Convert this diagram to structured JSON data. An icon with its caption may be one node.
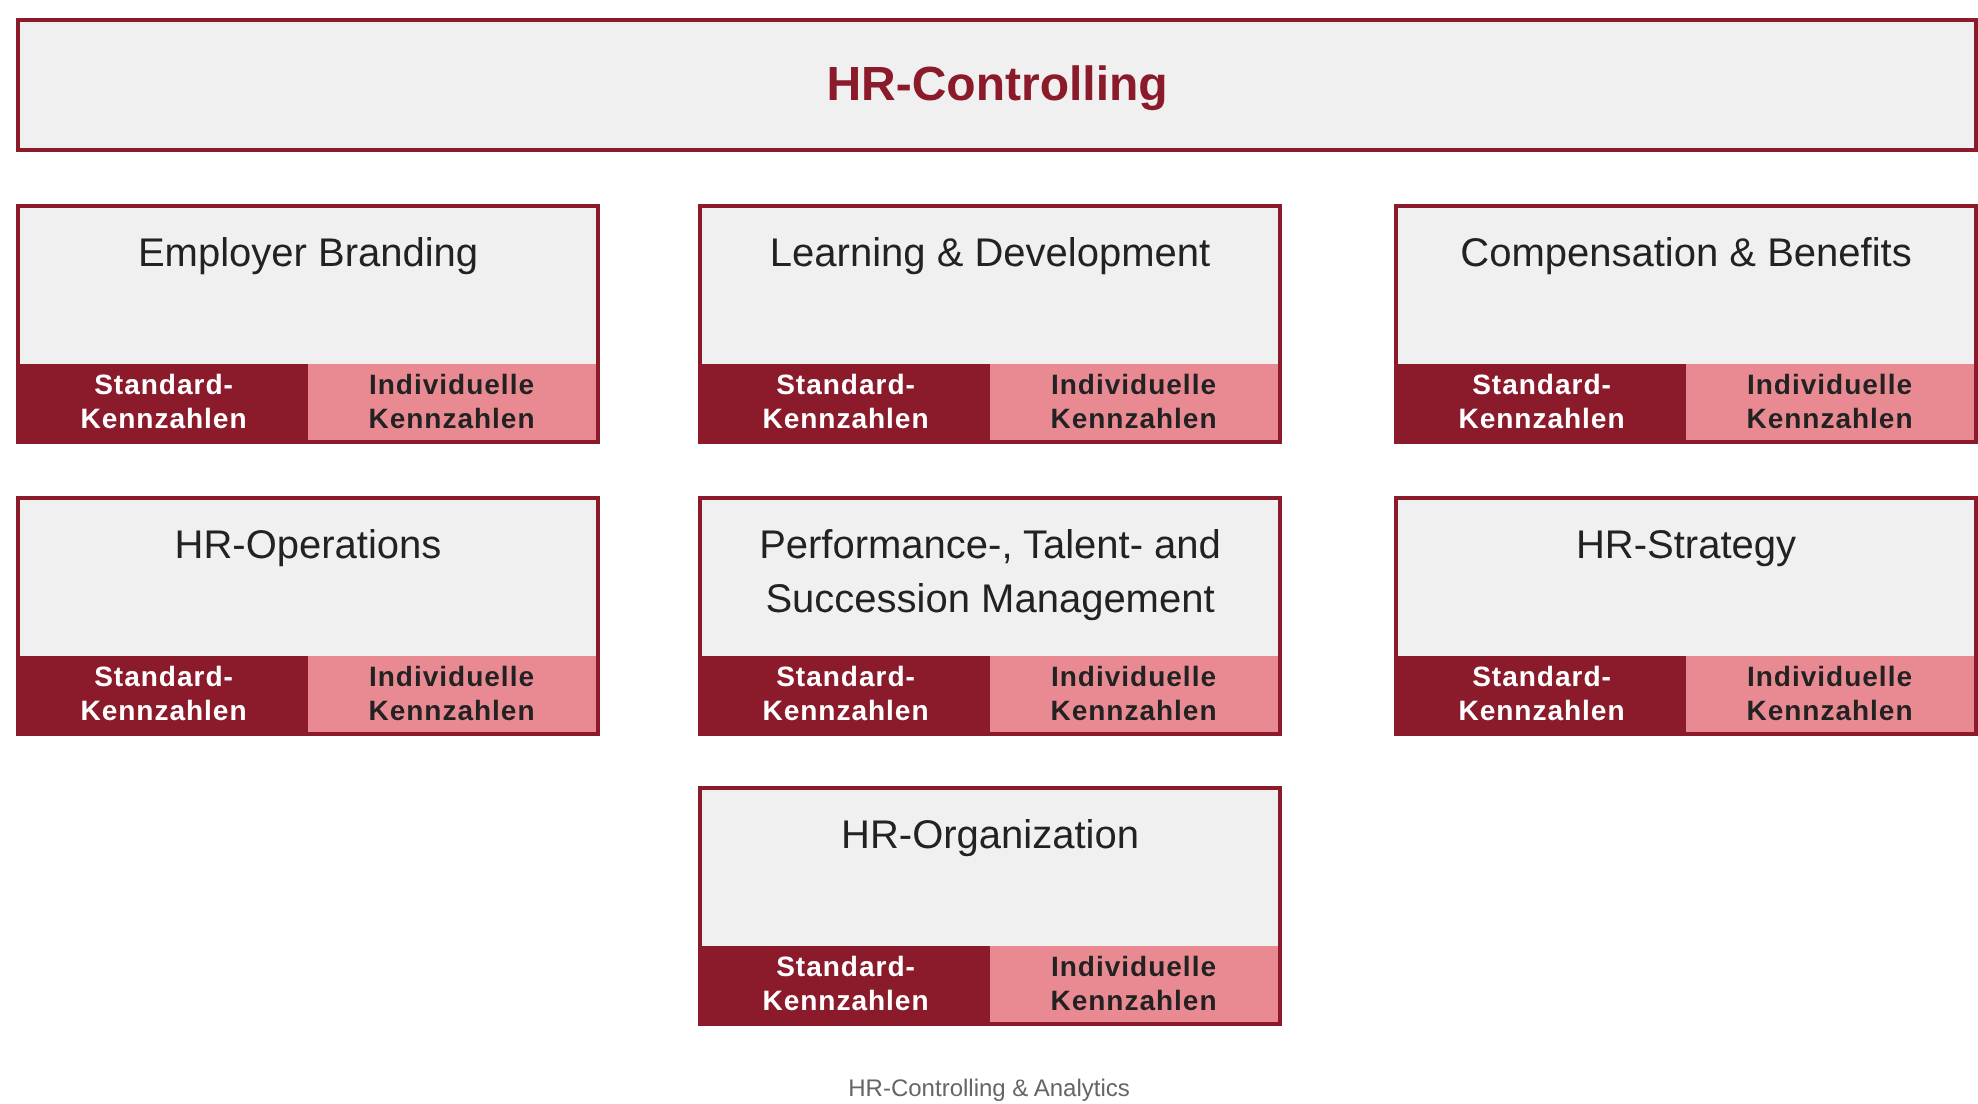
{
  "diagram": {
    "caption": "HR-Controlling & Analytics",
    "nodes": [
      {
        "text": [
          "HR-Controlling"
        ]
      },
      {
        "text": [
          "Employer Branding"
        ]
      },
      {
        "text": [
          "Standard- Kennzahlen"
        ],
        "in": 1
      },
      {
        "text": [
          "Individuelle Kennzahlen"
        ],
        "in": 1
      },
      {
        "text": [
          "Learning & Development"
        ]
      },
      {
        "text": [
          "Standard- Kennzahlen"
        ],
        "in": 4
      },
      {
        "text": [
          "Individuelle Kennzahlen"
        ],
        "in": 4
      },
      {
        "text": [
          "Compensation & Benefits"
        ]
      },
      {
        "text": [
          "Standard- Kennzahlen"
        ],
        "in": 7
      },
      {
        "text": [
          "Individuelle Kennzahlen"
        ],
        "in": 7
      },
      {
        "text": [
          "HR-Operations"
        ]
      },
      {
        "text": [
          "Standard- Kennzahlen"
        ],
        "in": 10
      },
      {
        "text": [
          "Individuelle Kennzahlen"
        ],
        "in": 10
      },
      {
        "text": [
          "Performance-, Talent- and Succession Management"
        ]
      },
      {
        "text": [
          "Standard- Kennzahlen"
        ],
        "in": 13
      },
      {
        "text": [
          "Individuelle Kennzahlen"
        ],
        "in": 13
      },
      {
        "text": [
          "HR-Strategy"
        ]
      },
      {
        "text": [
          "Standard- Kennzahlen"
        ],
        "in": 16
      },
      {
        "text": [
          "Individuelle Kennzahlen"
        ],
        "in": 16
      },
      {
        "text": [
          "HR-Organization"
        ]
      },
      {
        "text": [
          "Standard- Kennzahlen"
        ],
        "in": 19
      },
      {
        "text": [
          "Individuelle Kennzahlen"
        ],
        "in": 19
      }
    ]
  }
}
